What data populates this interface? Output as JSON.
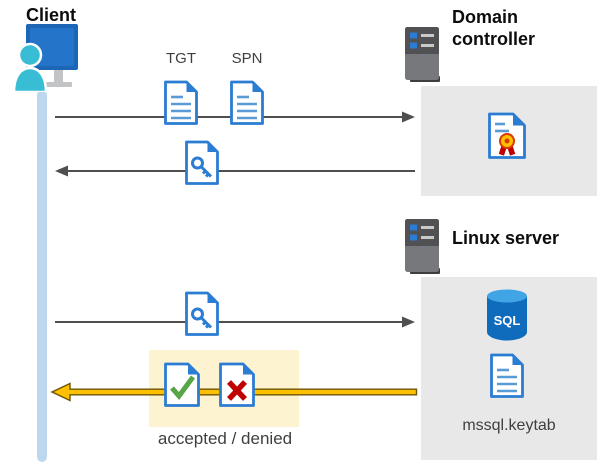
{
  "diagram": {
    "client_label": "Client",
    "domain_controller_label": "Domain controller",
    "linux_server_label": "Linux server",
    "tgt_label": "TGT",
    "spn_label": "SPN",
    "sql_label": "SQL",
    "keytab_label": "mssql.keytab",
    "result_label": "accepted / denied"
  },
  "colors": {
    "icon_blue": "#2b7cd3",
    "doc_line_blue": "#5b9bd5",
    "timeline_blue": "#bdd7ee",
    "panel_gray": "#e8e8e8",
    "arrow_gray": "#4f4f4f",
    "highlight_yellow": "#fdf3d0",
    "arrow_yellow": "#ffc000",
    "arrow_yellow_edge": "#6b5500",
    "check_green": "#56a546",
    "cross_red": "#c00000",
    "sql_body_blue": "#0f6cbd",
    "sql_top_blue": "#41a4e4",
    "person_teal": "#38bdd4",
    "monitor_blue": "#2474c9",
    "server_gray": "#77787b",
    "server_dark": "#515154",
    "cert_gold": "#ffc000",
    "cert_red": "#c00000"
  }
}
